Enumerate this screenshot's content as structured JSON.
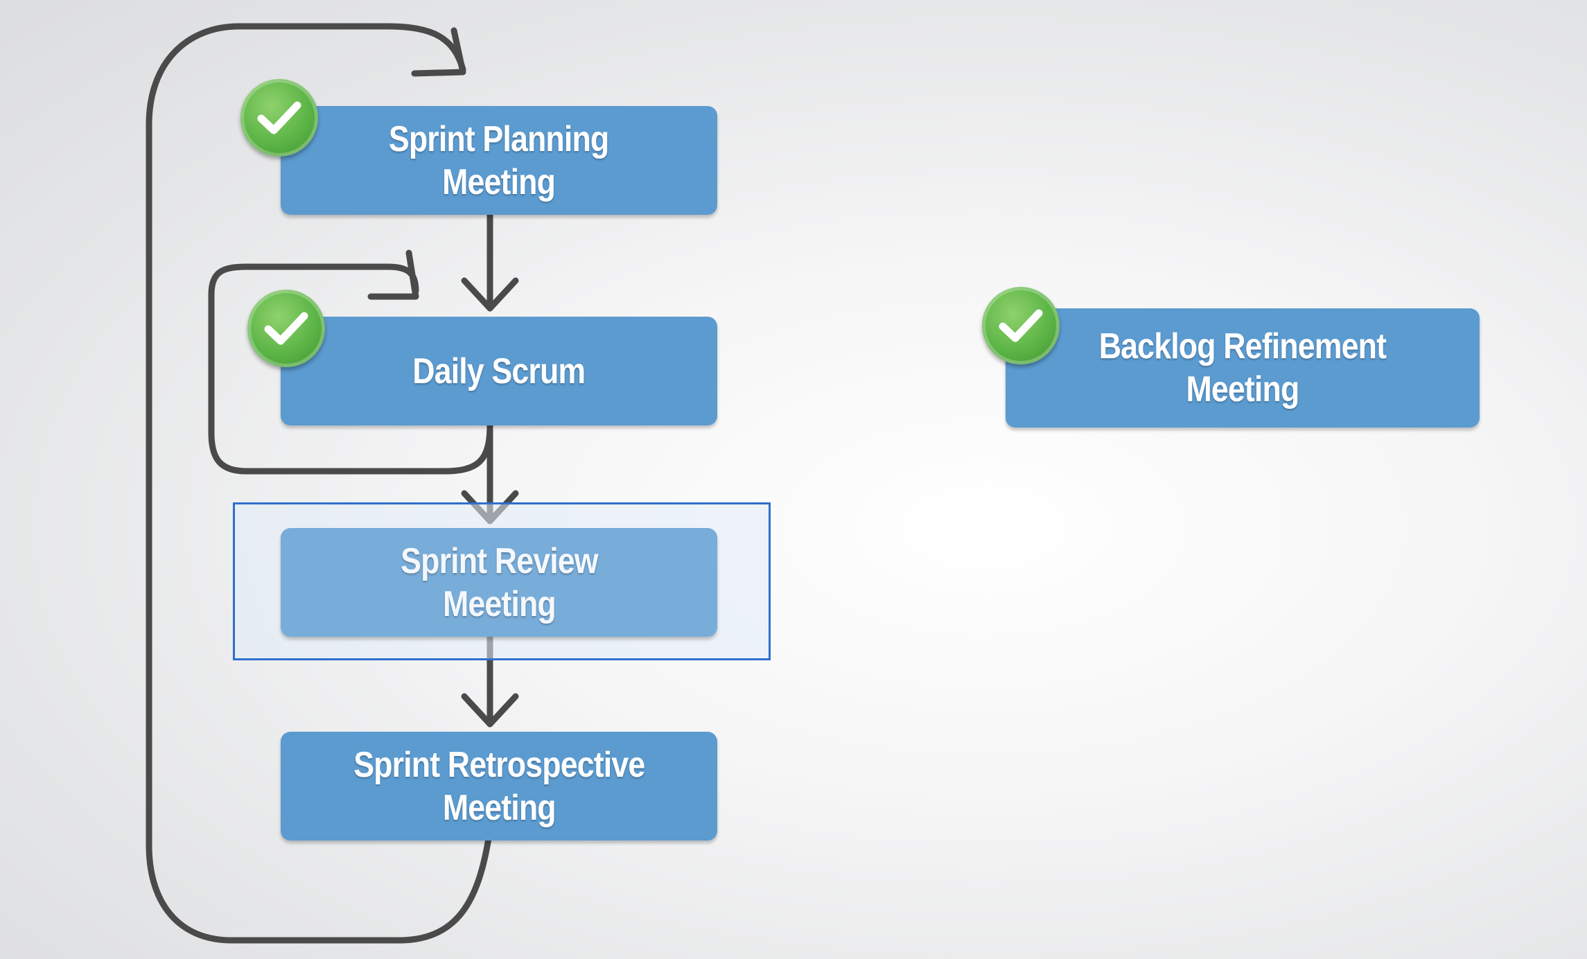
{
  "diagram": {
    "nodes": [
      {
        "id": "sprint-planning",
        "lines": [
          "Sprint Planning",
          "Meeting"
        ],
        "checked": true
      },
      {
        "id": "daily-scrum",
        "lines": [
          "Daily Scrum"
        ],
        "checked": true
      },
      {
        "id": "sprint-review",
        "lines": [
          "Sprint Review",
          "Meeting"
        ],
        "checked": false,
        "selected": true
      },
      {
        "id": "sprint-retrospective",
        "lines": [
          "Sprint Retrospective",
          "Meeting"
        ],
        "checked": false
      },
      {
        "id": "backlog-refinement",
        "lines": [
          "Backlog Refinement",
          "Meeting"
        ],
        "checked": true
      }
    ],
    "edges": [
      {
        "from": "sprint-planning",
        "to": "daily-scrum"
      },
      {
        "from": "daily-scrum",
        "to": "daily-scrum",
        "kind": "loop"
      },
      {
        "from": "daily-scrum",
        "to": "sprint-review"
      },
      {
        "from": "sprint-review",
        "to": "sprint-retrospective"
      },
      {
        "from": "sprint-retrospective",
        "to": "sprint-planning",
        "kind": "loop"
      }
    ],
    "colors": {
      "node_fill": "#5b9bd0",
      "node_fill_selected": "#78acd9",
      "node_text": "#ffffff",
      "arrow": "#4a4a4a",
      "check_badge": "#5bb445",
      "selection_border": "#2f6fcc"
    },
    "icons": {
      "check": "check-icon"
    }
  }
}
